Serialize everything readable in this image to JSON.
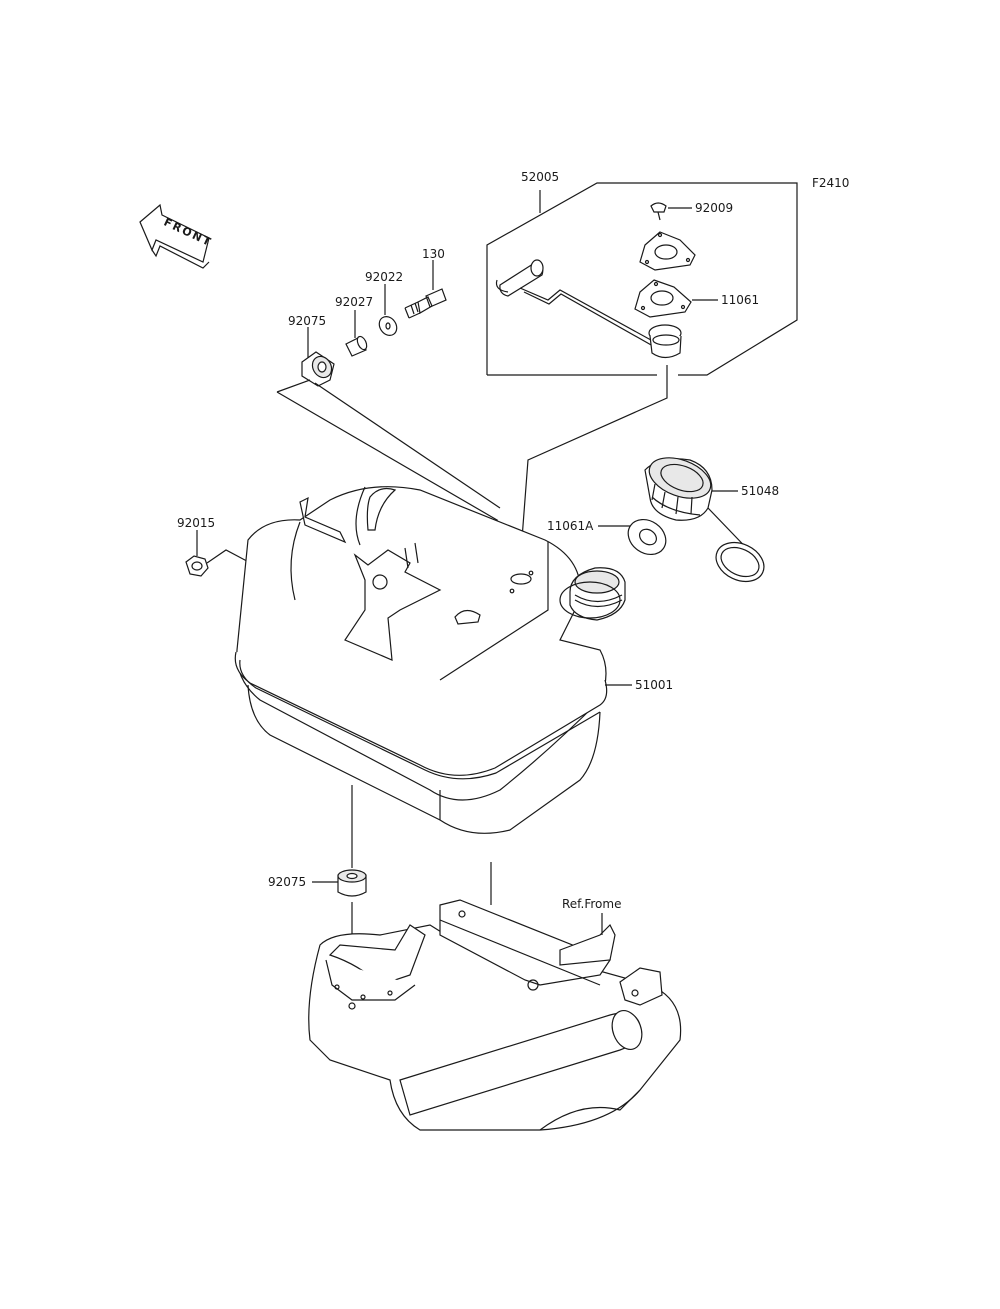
{
  "diagram_code": "F2410",
  "front_label": "FRONT",
  "ref_frame_label": "Ref.Frome",
  "parts": {
    "p52005": "52005",
    "p92009": "92009",
    "p11061": "11061",
    "p130": "130",
    "p92022": "92022",
    "p92027": "92027",
    "p92075_top": "92075",
    "p92015": "92015",
    "p51048": "51048",
    "p11061A": "11061A",
    "p51001": "51001",
    "p92075_bottom": "92075"
  }
}
